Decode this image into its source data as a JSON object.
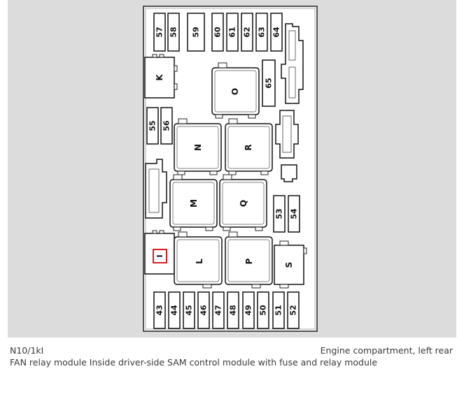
{
  "diagram": {
    "fuses_top": [
      "57",
      "58",
      "59",
      "60",
      "61",
      "62",
      "63",
      "64"
    ],
    "fuse_65": "65",
    "fuses_mid_left": [
      "55",
      "56"
    ],
    "fuses_mid_right": [
      "53",
      "54"
    ],
    "fuses_bottom": [
      "43",
      "44",
      "45",
      "46",
      "47",
      "48",
      "49",
      "50",
      "51",
      "52"
    ],
    "relays": {
      "K": "K",
      "O": "O",
      "N": "N",
      "R": "R",
      "M": "M",
      "Q": "Q",
      "L": "L",
      "P": "P",
      "S": "S",
      "I": "I"
    },
    "highlight_color": "#d42020"
  },
  "caption": {
    "code": "N10/1kI",
    "location": "Engine compartment, left rear",
    "description": "FAN relay module Inside driver-side SAM control module with fuse and relay module"
  }
}
